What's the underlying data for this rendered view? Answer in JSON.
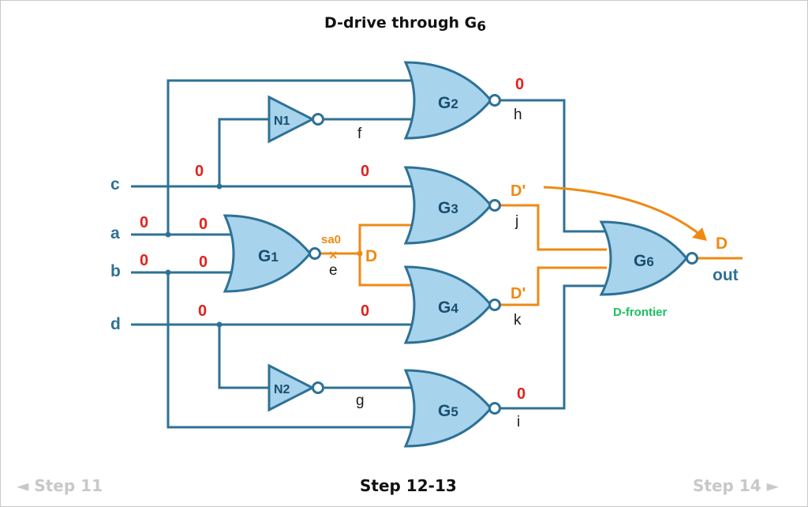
{
  "title": {
    "text": "D-drive through G",
    "sub": "6"
  },
  "inputs": {
    "c": "c",
    "a": "a",
    "b": "b",
    "d": "d"
  },
  "gates": {
    "g1": {
      "letter": "G",
      "sub": "1"
    },
    "g2": {
      "letter": "G",
      "sub": "2"
    },
    "g3": {
      "letter": "G",
      "sub": "3"
    },
    "g4": {
      "letter": "G",
      "sub": "4"
    },
    "g5": {
      "letter": "G",
      "sub": "5"
    },
    "g6": {
      "letter": "G",
      "sub": "6"
    },
    "n1": "N1",
    "n2": "N2"
  },
  "nets": {
    "e": "e",
    "f": "f",
    "g": "g",
    "h": "h",
    "i": "i",
    "j": "j",
    "k": "k"
  },
  "values": {
    "a_in": "0",
    "b_in": "0",
    "g1_a": "0",
    "g1_b": "0",
    "c_in": "0",
    "c_g3": "0",
    "d_in": "0",
    "d_g4": "0",
    "h_out": "0",
    "i_out": "0"
  },
  "fault": {
    "label": "sa0",
    "marker": "×",
    "value": "D"
  },
  "dvalues": {
    "j": "D'",
    "k": "D'",
    "out": "D"
  },
  "output_label": "out",
  "frontier_label": "D-frontier",
  "nav": {
    "prev": "◄ Step 11",
    "current": "Step 12-13",
    "next": "Step 14 ►"
  },
  "colors": {
    "wire": "#2e7196",
    "gate_fill": "#a7d3ec",
    "zero": "#e0221b",
    "d_path": "#ee8a14",
    "frontier": "#1cc15e"
  }
}
